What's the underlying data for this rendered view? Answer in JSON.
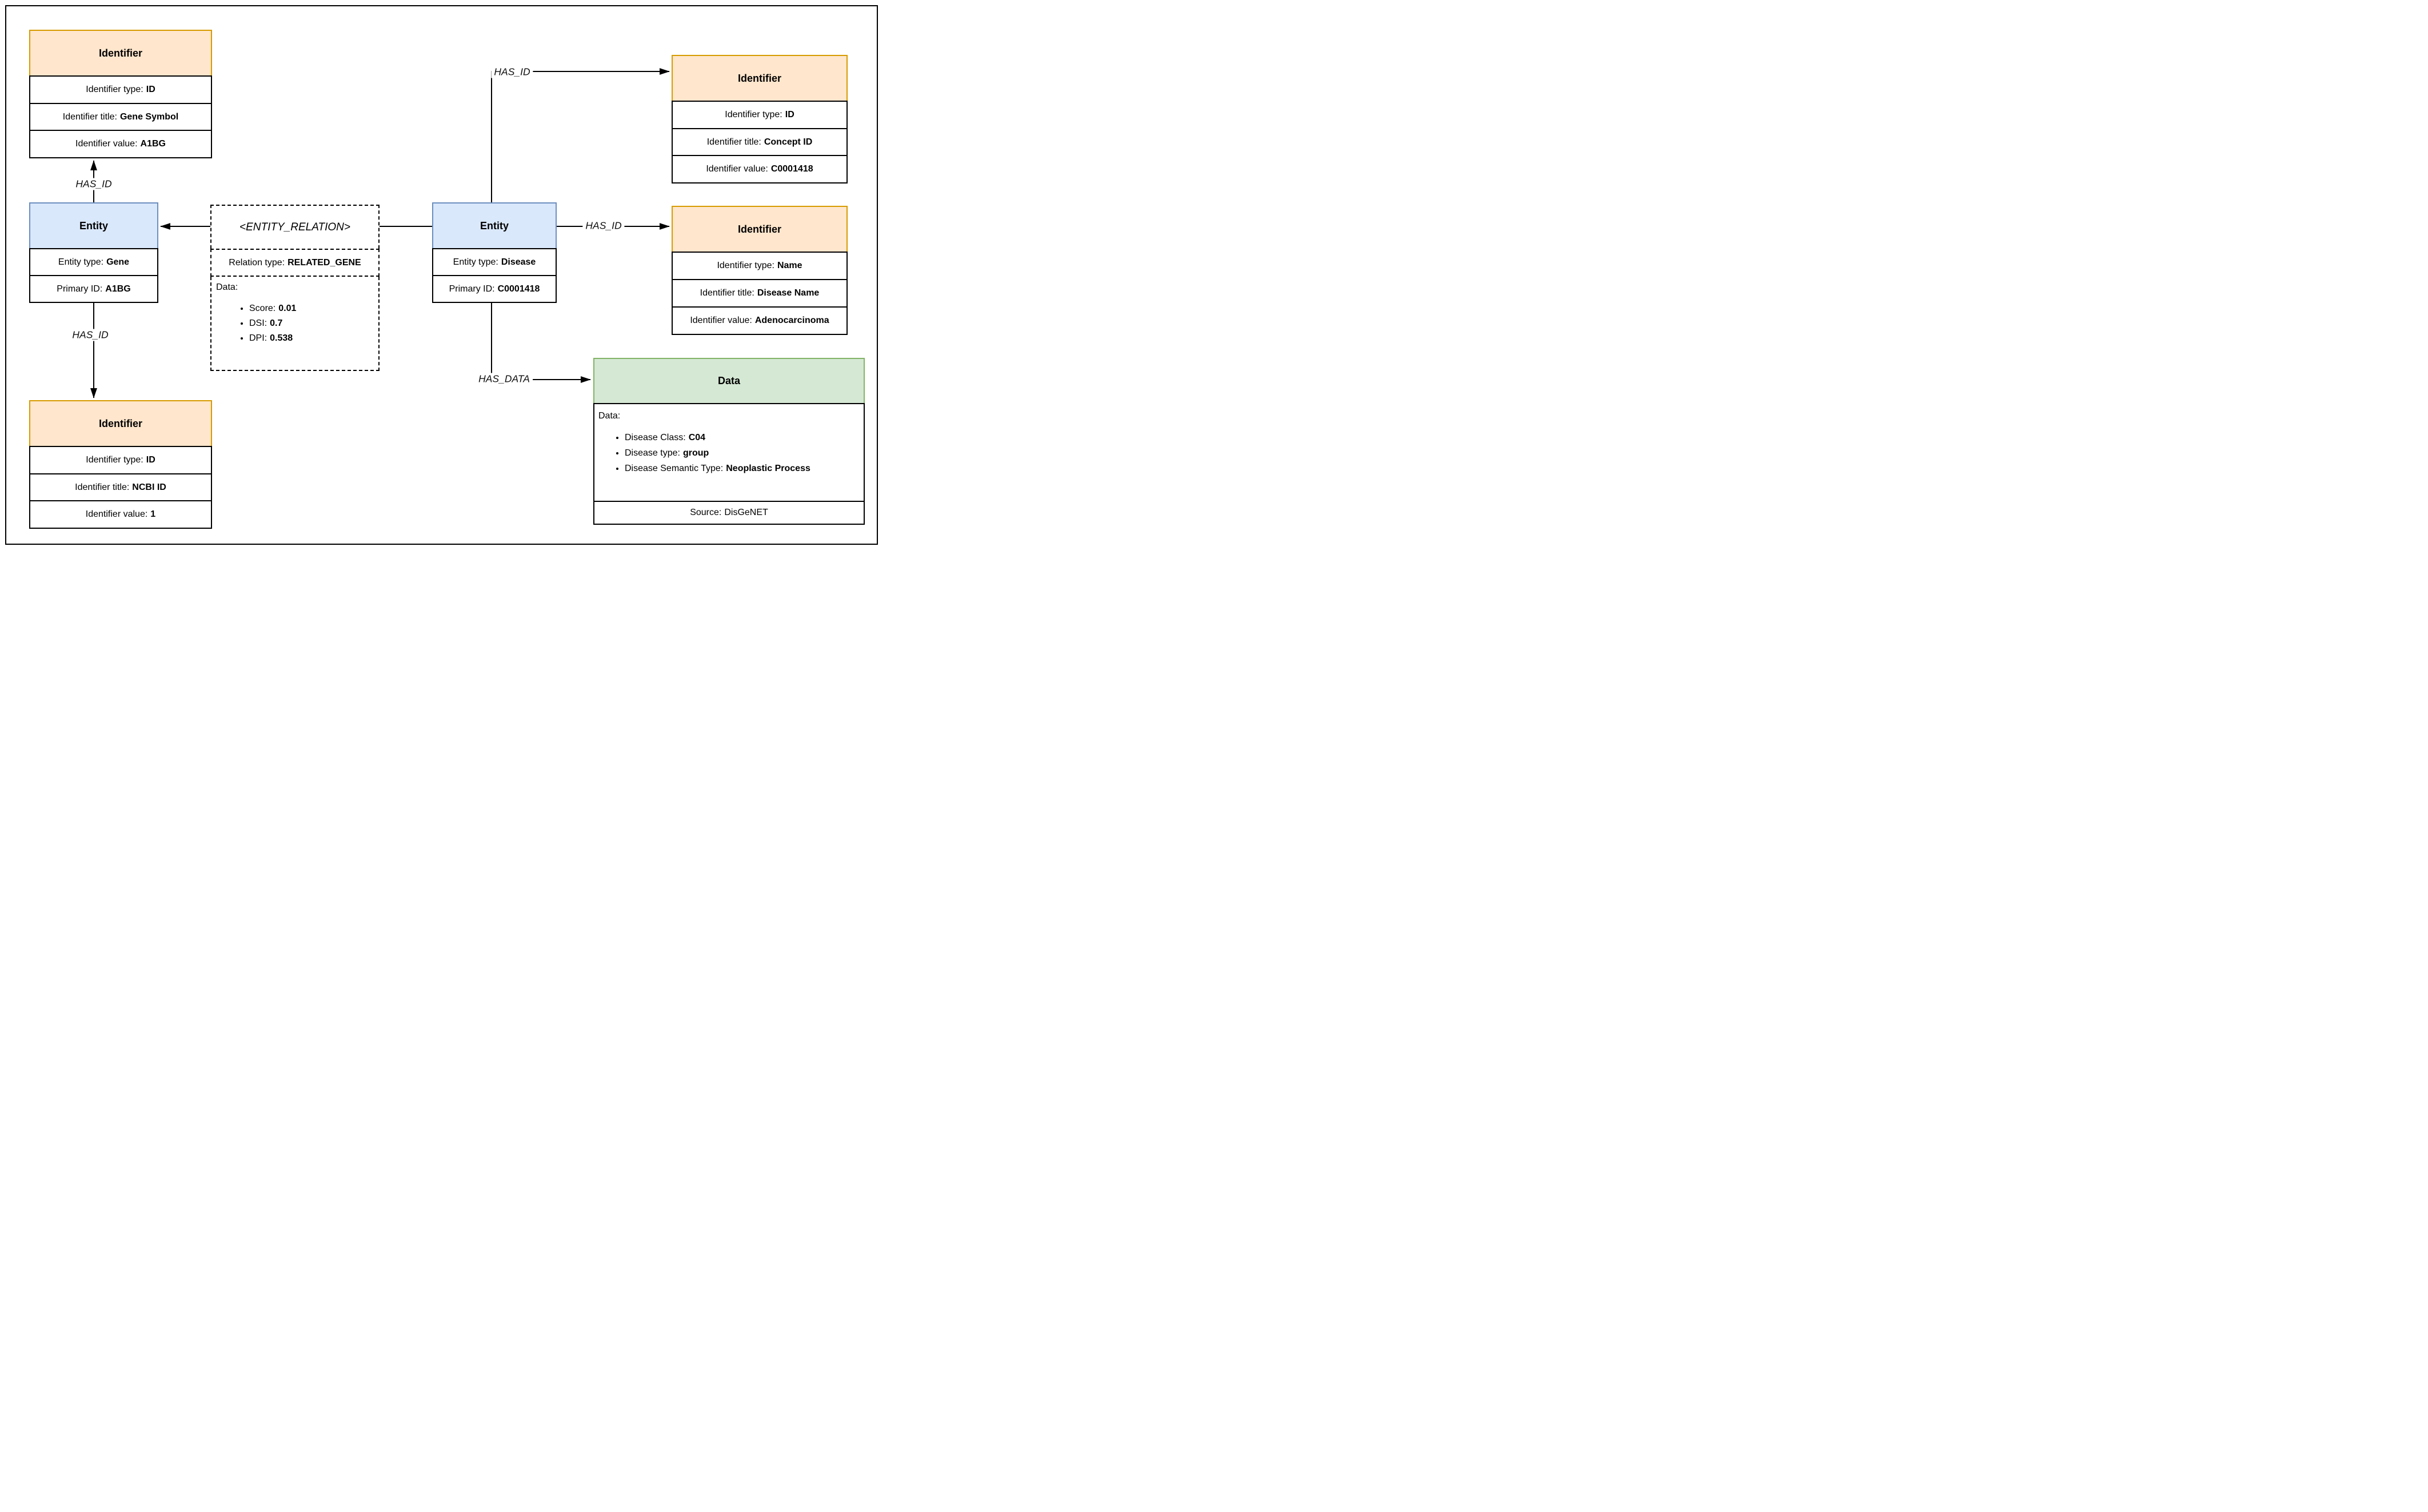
{
  "diagram": {
    "colors": {
      "orange_fill": "#FFE6CC",
      "orange_stroke": "#D79B00",
      "blue_fill": "#DAE8FC",
      "blue_stroke": "#6C8EBF",
      "green_fill": "#D5E8D4",
      "green_stroke": "#82B366"
    },
    "edge_labels": {
      "has_id": "HAS_ID",
      "has_data": "HAS_DATA"
    },
    "nodes": {
      "id_gene": {
        "title": "Identifier",
        "rows": [
          {
            "label": "Identifier type:",
            "value": "ID"
          },
          {
            "label": "Identifier title:",
            "value": "Gene Symbol"
          },
          {
            "label": "Identifier value:",
            "value": "A1BG"
          }
        ]
      },
      "entity_gene": {
        "title": "Entity",
        "rows": [
          {
            "label": "Entity type:",
            "value": "Gene"
          },
          {
            "label": "Primary ID:",
            "value": "A1BG"
          }
        ]
      },
      "id_ncbi": {
        "title": "Identifier",
        "rows": [
          {
            "label": "Identifier type:",
            "value": "ID"
          },
          {
            "label": "Identifier title:",
            "value": "NCBI ID"
          },
          {
            "label": "Identifier value:",
            "value": "1"
          }
        ]
      },
      "relation": {
        "title": "<ENTITY_RELATION>",
        "type_label": "Relation type:",
        "type_value": "RELATED_GENE",
        "data_label": "Data:",
        "items": [
          {
            "label": "Score:",
            "value": "0.01"
          },
          {
            "label": "DSI:",
            "value": "0.7"
          },
          {
            "label": "DPI:",
            "value": "0.538"
          }
        ]
      },
      "entity_disease": {
        "title": "Entity",
        "rows": [
          {
            "label": "Entity type:",
            "value": "Disease"
          },
          {
            "label": "Primary ID:",
            "value": "C0001418"
          }
        ]
      },
      "id_concept": {
        "title": "Identifier",
        "rows": [
          {
            "label": "Identifier type:",
            "value": "ID"
          },
          {
            "label": "Identifier title:",
            "value": "Concept ID"
          },
          {
            "label": "Identifier value:",
            "value": "C0001418"
          }
        ]
      },
      "id_disease_name": {
        "title": "Identifier",
        "rows": [
          {
            "label": "Identifier type:",
            "value": "Name"
          },
          {
            "label": "Identifier title:",
            "value": "Disease Name"
          },
          {
            "label": "Identifier value:",
            "value": "Adenocarcinoma"
          }
        ]
      },
      "data_disease": {
        "title": "Data",
        "data_label": "Data:",
        "items": [
          {
            "label": "Disease Class:",
            "value": "C04"
          },
          {
            "label": "Disease type:",
            "value": "group"
          },
          {
            "label": "Disease Semantic Type:",
            "value": "Neoplastic Process"
          }
        ],
        "source_label": "Source:",
        "source_value": "DisGeNET"
      }
    }
  }
}
